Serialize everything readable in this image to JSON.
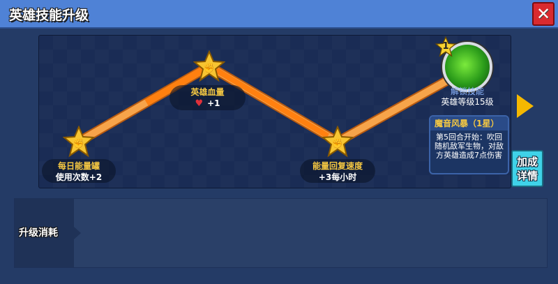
{
  "header": {
    "title": "英雄技能升级",
    "close_icon": "close-x-icon"
  },
  "path": {
    "nodes": [
      {
        "name": "每日能量罐",
        "value": "使用次数+2",
        "icon": "star-fist-icon"
      },
      {
        "name": "英雄血量",
        "value": "+1",
        "icon": "star-fist-icon",
        "value_icon": "heart-icon"
      },
      {
        "name": "能量回复速度",
        "value": "+3每小时",
        "icon": "star-fist-icon"
      }
    ],
    "skill": {
      "star_level": "1",
      "status": "解锁技能",
      "requirement": "英雄等级15级",
      "icon": "green-music-storm-icon"
    },
    "tooltip": {
      "title": "魔音风暴（1星）",
      "body": "第5回合开始：吹回随机敌军生物，对敌方英雄造成7点伤害"
    },
    "next_arrow_icon": "arrow-right-icon",
    "detail_button": "加成详情"
  },
  "cost": {
    "label": "升级消耗"
  },
  "colors": {
    "header": "#4f82d6",
    "panel": "#1a2c55",
    "path": "#ff8a1e",
    "accent": "#f5c842",
    "detail": "#3fd2e8",
    "close": "#d92a2f"
  }
}
